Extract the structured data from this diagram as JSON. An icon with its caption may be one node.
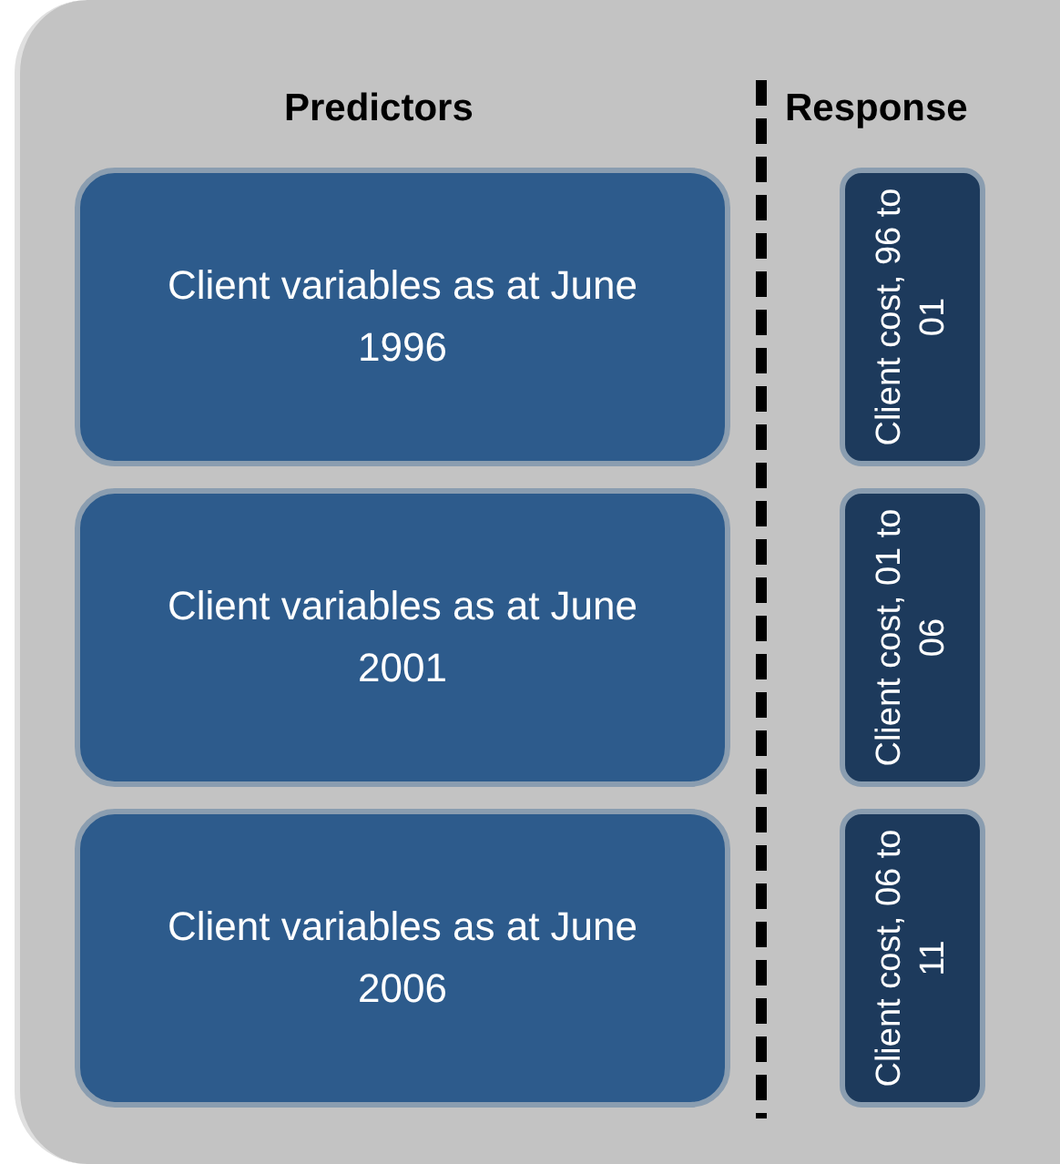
{
  "diagram": {
    "nodes": [
      {
        "text": [
          "Predictors",
          "Response"
        ]
      },
      {
        "text": [
          "Client variables as at June 1996"
        ],
        "in": 0
      },
      {
        "text": [
          "Client cost, 96 to 01"
        ],
        "in": 0
      },
      {
        "text": [
          "Client variables as at June 2001"
        ],
        "in": 0
      },
      {
        "text": [
          "Client cost, 01 to 06"
        ],
        "in": 0
      },
      {
        "text": [
          "Client variables as at June 2006"
        ],
        "in": 0
      },
      {
        "text": [
          "Client cost, 06 to 11"
        ],
        "in": 0
      }
    ]
  }
}
